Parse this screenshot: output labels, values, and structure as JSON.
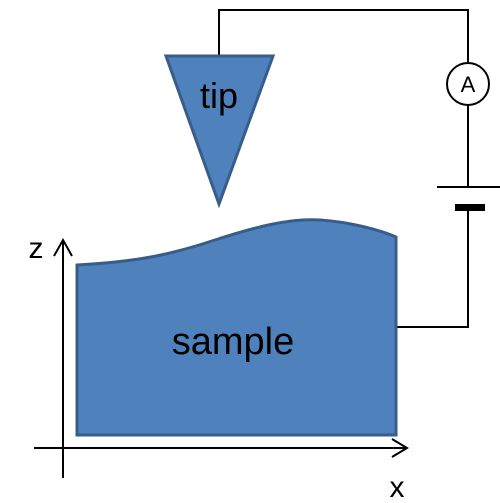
{
  "labels": {
    "tip": "tip",
    "sample": "sample",
    "ammeter": "A",
    "z_axis": "z",
    "x_axis": "x"
  },
  "colors": {
    "fill": "#4F81BD",
    "stroke": "#385D8A",
    "wire": "#000000"
  }
}
